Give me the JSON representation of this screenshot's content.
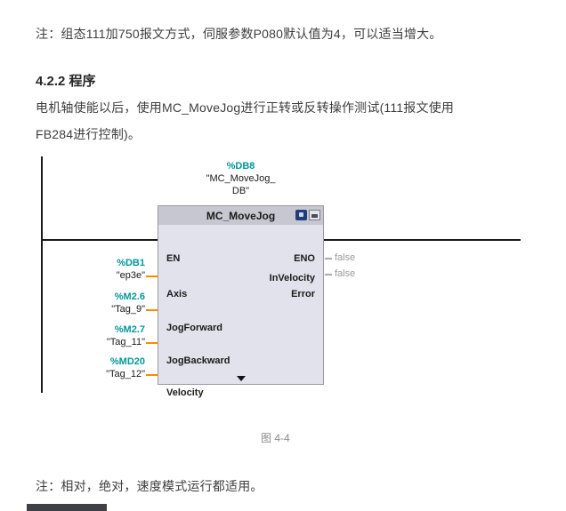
{
  "document": {
    "note_top": "注：组态111加750报文方式，伺服参数P080默认值为4，可以适当增大。",
    "heading": "4.2.2 程序",
    "paragraph_line1": "电机轴使能以后，使用MC_MoveJog进行正转或反转操作测试(111报文使用",
    "paragraph_line2": "FB284进行控制)。",
    "figure_caption": "图 4-4",
    "note_bottom": "注：相对，绝对，速度模式运行都适用。"
  },
  "diagram": {
    "instance_db": {
      "address": "%DB8",
      "name_line1": "\"MC_MoveJog_",
      "name_line2": "DB\""
    },
    "block": {
      "title": "MC_MoveJog",
      "en": "EN",
      "eno": "ENO"
    },
    "inputs": [
      {
        "address": "%DB1",
        "tag": "\"ep3e\"",
        "param": "Axis"
      },
      {
        "address": "%M2.6",
        "tag": "\"Tag_9\"",
        "param": "JogForward"
      },
      {
        "address": "%M2.7",
        "tag": "\"Tag_11\"",
        "param": "JogBackward"
      },
      {
        "address": "%MD20",
        "tag": "\"Tag_12\"",
        "param": "Velocity"
      }
    ],
    "outputs": [
      {
        "param": "InVelocity",
        "value": "false"
      },
      {
        "param": "Error",
        "value": "false"
      }
    ],
    "colors": {
      "address_teal": "#009999",
      "wire_orange": "#ff8a00",
      "value_gray": "#9a9a9a",
      "block_header_bg": "#c7c7d2",
      "block_body_bg": "#e2e2ec"
    }
  }
}
